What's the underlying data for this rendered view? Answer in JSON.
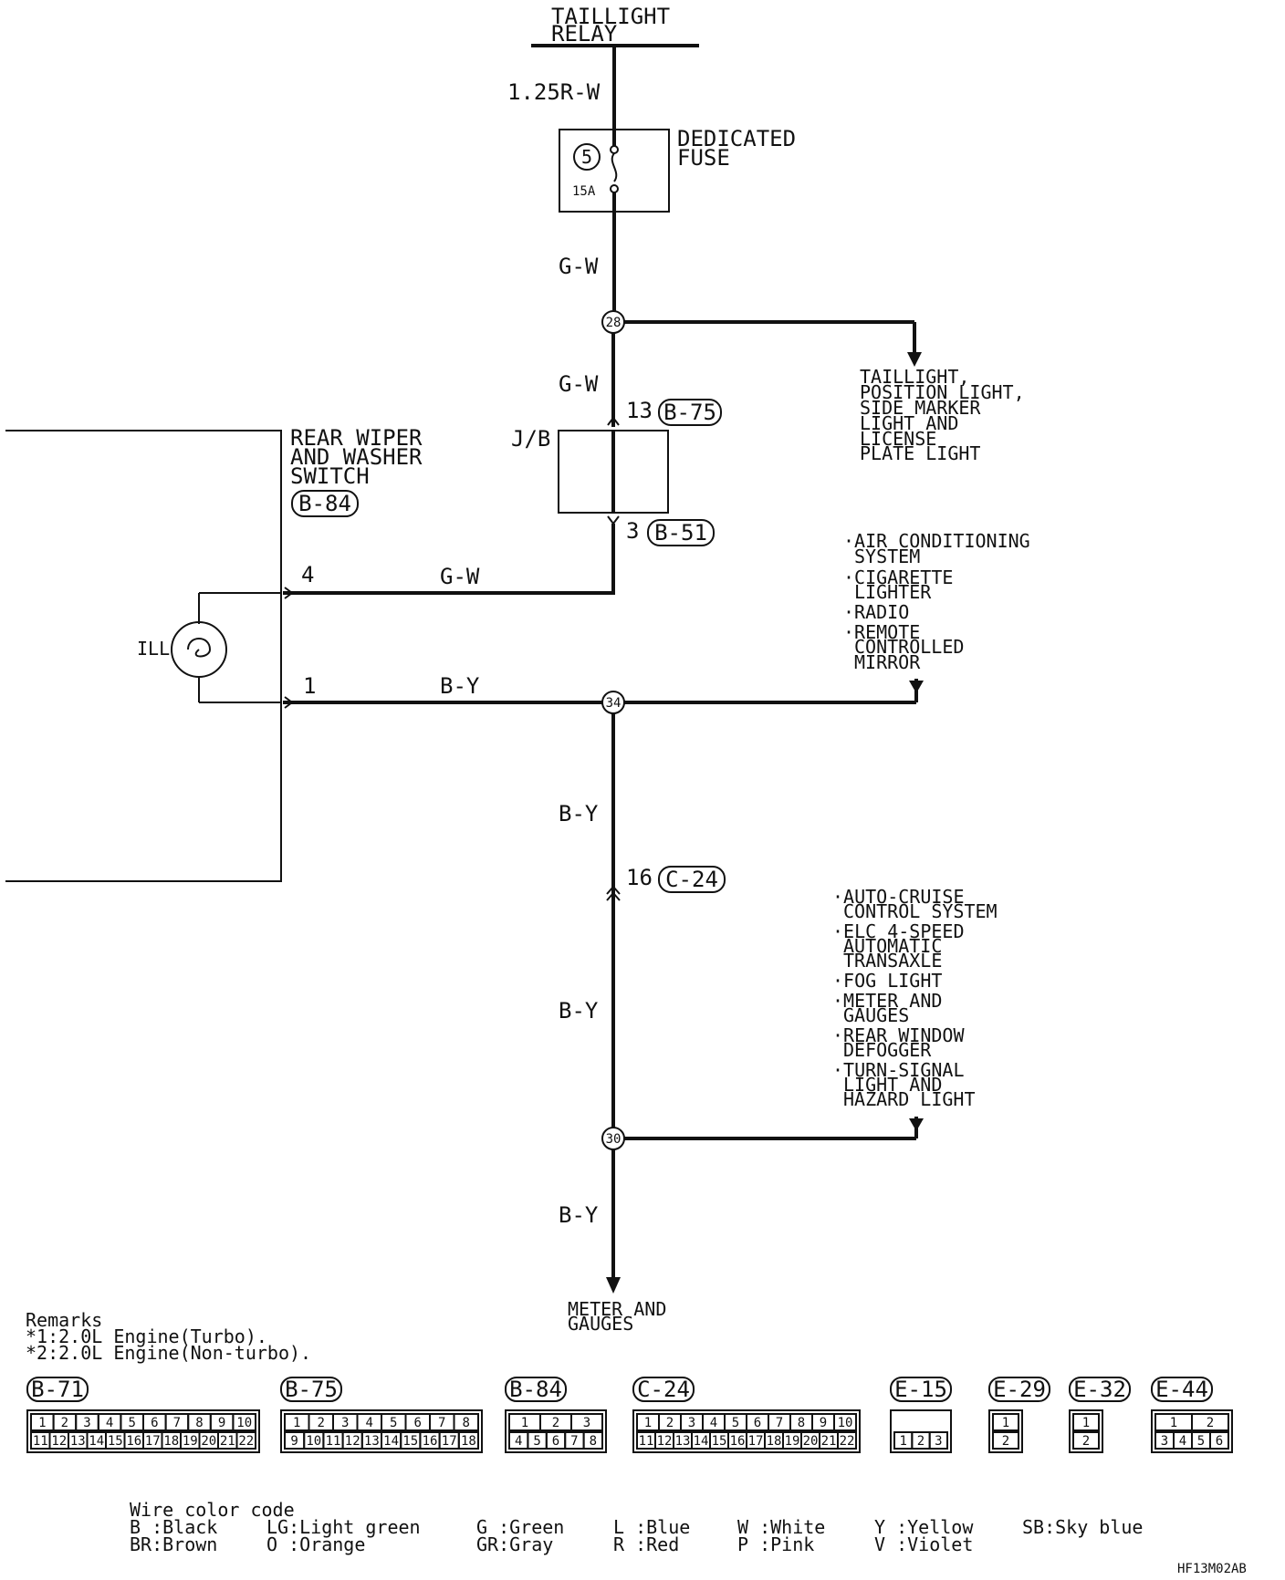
{
  "relay": {
    "title_1": "TAILLIGHT",
    "title_2": "RELAY"
  },
  "fuse": {
    "title_1": "DEDICATED",
    "title_2": "FUSE",
    "number": "5",
    "rating": "15A"
  },
  "wires": {
    "top": "1.25R-W",
    "gw_1": "G-W",
    "gw_2": "G-W",
    "gw_sw": "G-W",
    "by_sw": "B-Y",
    "by_1": "B-Y",
    "by_2": "B-Y",
    "by_3": "B-Y"
  },
  "splices": {
    "s28": "28",
    "s34": "34",
    "s30": "30"
  },
  "jb": {
    "label": "J/B",
    "top_pin": "13",
    "top_conn": "B-75",
    "bottom_pin": "3",
    "bottom_conn": "B-51"
  },
  "switch": {
    "title_1": "REAR WIPER",
    "title_2": "AND WASHER",
    "title_3": "SWITCH",
    "conn": "B-84",
    "pin_4": "4",
    "pin_1": "1",
    "lamp": "ILL"
  },
  "c24": {
    "pin": "16",
    "conn": "C-24"
  },
  "dest_taillight": [
    "TAILLIGHT,",
    "POSITION LIGHT,",
    "SIDE MARKER",
    "LIGHT AND",
    "LICENSE",
    "PLATE LIGHT"
  ],
  "dest_34": [
    "·AIR CONDITIONING",
    "SYSTEM",
    "·CIGARETTE",
    "LIGHTER",
    "·RADIO",
    "·REMOTE",
    "CONTROLLED",
    "MIRROR"
  ],
  "dest_30": [
    "·AUTO-CRUISE",
    "CONTROL SYSTEM",
    "·ELC 4-SPEED",
    "AUTOMATIC",
    "TRANSAXLE",
    "·FOG LIGHT",
    "·METER AND",
    "GAUGES",
    "·REAR WINDOW",
    "DEFOGGER",
    "·TURN-SIGNAL",
    "LIGHT AND",
    "HAZARD LIGHT"
  ],
  "dest_bottom": [
    "METER AND",
    "GAUGES"
  ],
  "remarks": [
    "Remarks",
    "*1:2.0L Engine(Turbo).",
    "*2:2.0L Engine(Non-turbo)."
  ],
  "connectors": {
    "b71": {
      "name": "B-71",
      "row1": [
        "1",
        "2",
        "3",
        "4",
        "5",
        "6",
        "7",
        "8",
        "9",
        "10"
      ],
      "row2": [
        "11",
        "12",
        "13",
        "14",
        "15",
        "16",
        "17",
        "18",
        "19",
        "20",
        "21",
        "22"
      ]
    },
    "b75": {
      "name": "B-75",
      "row1": [
        "1",
        "2",
        "3",
        "4",
        "5",
        "6",
        "7",
        "8"
      ],
      "row2": [
        "9",
        "10",
        "11",
        "12",
        "13",
        "14",
        "15",
        "16",
        "17",
        "18"
      ]
    },
    "b84": {
      "name": "B-84",
      "row1": [
        "1",
        "2",
        "3"
      ],
      "row2": [
        "4",
        "5",
        "6",
        "7",
        "8"
      ]
    },
    "c24": {
      "name": "C-24",
      "row1": [
        "1",
        "2",
        "3",
        "4",
        "5",
        "6",
        "7",
        "8",
        "9",
        "10"
      ],
      "row2": [
        "11",
        "12",
        "13",
        "14",
        "15",
        "16",
        "17",
        "18",
        "19",
        "20",
        "21",
        "22"
      ]
    },
    "e15": {
      "name": "E-15",
      "row1": [],
      "row2": [
        "1",
        "2",
        "3"
      ]
    },
    "e29": {
      "name": "E-29",
      "row1": [
        "1"
      ],
      "row2": [
        "2"
      ]
    },
    "e32": {
      "name": "E-32",
      "row1": [
        "1"
      ],
      "row2": [
        "2"
      ]
    },
    "e44": {
      "name": "E-44",
      "row1": [
        "1",
        "2"
      ],
      "row2": [
        "3",
        "4",
        "5",
        "6"
      ]
    }
  },
  "color_code": {
    "title": "Wire color code",
    "col1": [
      "B :Black",
      "BR:Brown"
    ],
    "col2": [
      "LG:Light green",
      "O :Orange"
    ],
    "col3": [
      "G :Green",
      "GR:Gray"
    ],
    "col4": [
      "L :Blue",
      "R :Red"
    ],
    "col5": [
      "W :White",
      "P :Pink"
    ],
    "col6": [
      "Y :Yellow",
      "V :Violet"
    ],
    "col7": [
      "SB:Sky blue"
    ]
  },
  "figure_id": "HF13M02AB"
}
